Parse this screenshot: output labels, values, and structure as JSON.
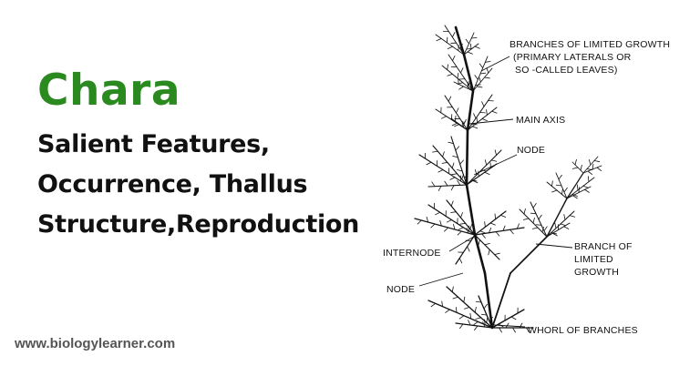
{
  "theme": {
    "title_color": "#2a8a1f",
    "text_color": "#111111",
    "site_color": "#555555"
  },
  "header": {
    "title": "Chara",
    "subtitle_lines": [
      "Salient Features,",
      "Occurrence, Thallus",
      "Structure,Reproduction"
    ]
  },
  "footer": {
    "website": "www.biologylearner.com"
  },
  "diagram": {
    "labels": {
      "branches_limited_line1": "BRANCHES OF LIMITED GROWTH",
      "branches_limited_line2": "(PRIMARY LATERALS OR",
      "branches_limited_line3": "SO -CALLED LEAVES)",
      "main_axis": "MAIN AXIS",
      "node_upper": "NODE",
      "internode": "INTERNODE",
      "node_lower": "NODE",
      "branch_limited_line1": "BRANCH OF",
      "branch_limited_line2": "LIMITED",
      "branch_limited_line3": "GROWTH",
      "whorl": "WHORL OF BRANCHES"
    }
  }
}
